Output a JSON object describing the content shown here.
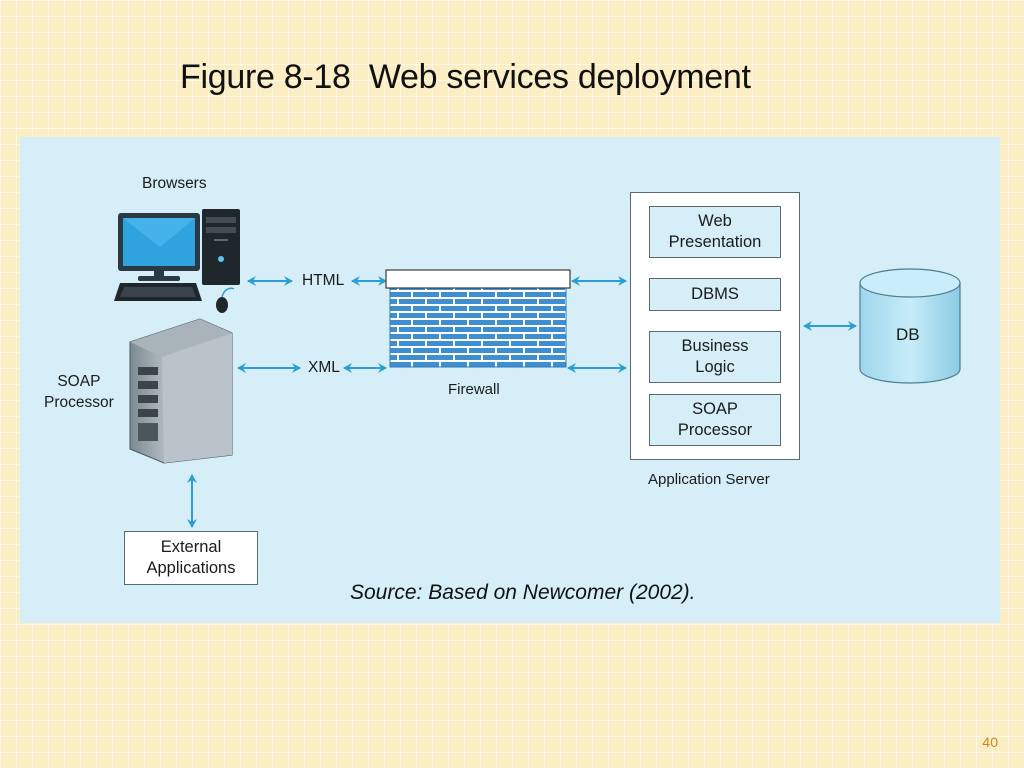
{
  "slide": {
    "title": "Figure 8-18  Web services deployment",
    "page_number": "40",
    "source_note": "Source: Based on Newcomer (2002)."
  },
  "diagram": {
    "browsers_label": "Browsers",
    "soap_processor_label": "SOAP\nProcessor",
    "html_label": "HTML",
    "xml_label": "XML",
    "firewall_label": "Firewall",
    "external_apps_label": "External\nApplications",
    "app_server_label": "Application Server",
    "app_server_components": [
      "Web\nPresentation",
      "DBMS",
      "Business\nLogic",
      "SOAP\nProcessor"
    ],
    "db_label": "DB",
    "colors": {
      "panel_bg": "#d6eef8",
      "arrow": "#2a9fd0",
      "firewall_brick": "#3f8fd0",
      "db_fill": "#aee0f2"
    }
  }
}
